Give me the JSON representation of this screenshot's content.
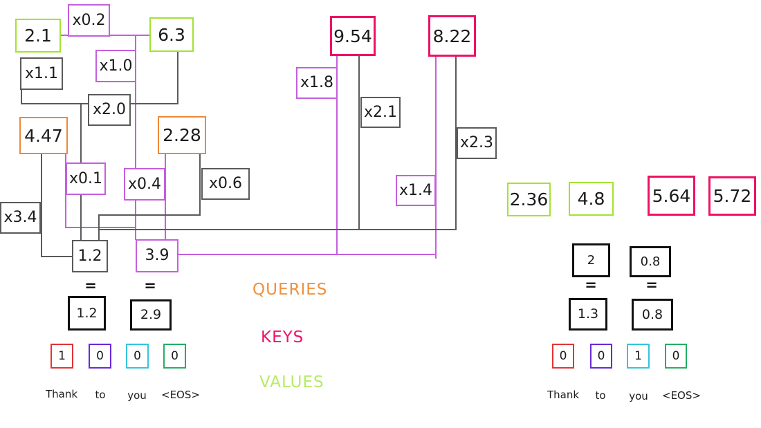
{
  "nodes": {
    "v21": "2.1",
    "x02": "x0.2",
    "v63": "6.3",
    "x11": "x1.1",
    "x10": "x1.0",
    "x20": "x2.0",
    "q447": "4.47",
    "q228": "2.28",
    "x01": "x0.1",
    "x04": "x0.4",
    "x06": "x0.6",
    "x34": "x3.4",
    "sum_gray": "1.2",
    "sum_purple": "3.9",
    "k954": "9.54",
    "k822": "8.22",
    "x18": "x1.8",
    "x21": "x2.1",
    "x23": "x2.3",
    "x14": "x1.4",
    "v236": "2.36",
    "v48": "4.8",
    "k564": "5.64",
    "k572": "5.72",
    "rt2": "2",
    "rt08": "0.8",
    "rb13": "1.3",
    "rb08": "0.8",
    "rl12": "1.2",
    "rl29": "2.9"
  },
  "equals_sign": "=",
  "onehot_left": [
    "1",
    "0",
    "0",
    "0"
  ],
  "onehot_right": [
    "0",
    "0",
    "1",
    "0"
  ],
  "tokens_left": [
    "Thank",
    "to",
    "you",
    "<EOS>"
  ],
  "tokens_right": [
    "Thank",
    "to",
    "you",
    "<EOS>"
  ],
  "section_labels": {
    "queries": "QUERIES",
    "keys": "KEYS",
    "values": "VALUES"
  },
  "colors": {
    "value_green": "#a3e32f",
    "key_pink": "#ee1164",
    "query_orange": "#ee8837",
    "multiplier_purple": "#c45fdd",
    "wire_gray": "#5a5a5c",
    "result_black": "#111111",
    "onehot_red": "#e23434",
    "onehot_violet": "#6928d9",
    "onehot_cyan": "#35c4dd",
    "onehot_green": "#25ad64",
    "values_label_green": "#b6eb66"
  }
}
